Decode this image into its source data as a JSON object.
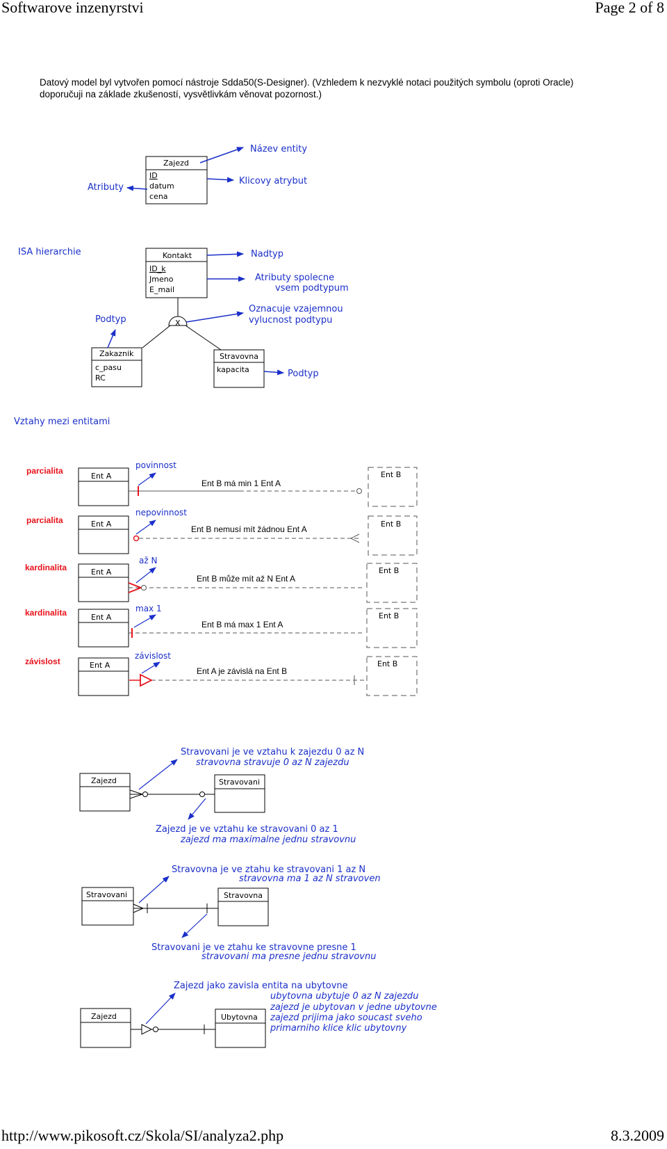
{
  "header": {
    "title": "Softwarove inzenyrstvi",
    "page": "Page 2 of 8"
  },
  "footer": {
    "url": "http://www.pikosoft.cz/Skola/SI/analyza2.php",
    "date": "8.3.2009"
  },
  "intro": {
    "line1": "Datový model byl vytvořen pomocí nástroje Sdda50(S-Designer). (Vzhledem k nezvyklé notaci použitých symbolu (oproti Oracle)",
    "line2": "doporučuji na základe zkušeností, vysvětlivkám věnovat pozornost.)"
  },
  "legend1": {
    "entity": "Zajezd",
    "attrs": [
      "ID",
      "datum",
      "cena"
    ],
    "label_name": "Název entity",
    "label_key": "Klicovy atrybut",
    "label_attrs": "Atributy"
  },
  "isa": {
    "title": "ISA hierarchie",
    "super": "Kontakt",
    "super_attrs": [
      "ID_k",
      "Jmeno",
      "E_mail"
    ],
    "x_symbol": "X",
    "sub1": "Zakaznik",
    "sub1_attrs": [
      "c_pasu",
      "RC"
    ],
    "sub2": "Stravovna",
    "sub2_attrs": [
      "kapacita"
    ],
    "label_nadtyp": "Nadtyp",
    "label_attrs_1": "Atributy spolecne",
    "label_attrs_2": "vsem podtypum",
    "label_excl_1": "Oznacuje vzajemnou",
    "label_excl_2": "vylucnost podtypu",
    "label_podtyp_left": "Podtyp",
    "label_podtyp_right": "Podtyp"
  },
  "relations": {
    "title": "Vztahy mezi entitami",
    "rows": [
      {
        "kind": "parcialita",
        "entA": "Ent A",
        "entB": "Ent B",
        "note": "povinnost",
        "text": "Ent B má min 1 Ent A"
      },
      {
        "kind": "parcialita",
        "entA": "Ent A",
        "entB": "Ent B",
        "note": "nepovinnost",
        "text": "Ent B nemusí mít žádnou Ent A"
      },
      {
        "kind": "kardinalita",
        "entA": "Ent A",
        "entB": "Ent B",
        "note": "až N",
        "text": "Ent B může mít až N Ent A"
      },
      {
        "kind": "kardinalita",
        "entA": "Ent A",
        "entB": "Ent B",
        "note": "max 1",
        "text": "Ent B má max 1 Ent A"
      },
      {
        "kind": "závislost",
        "entA": "Ent A",
        "entB": "Ent B",
        "note": "závislost",
        "text": "Ent A je závislá na Ent B"
      }
    ]
  },
  "examples": [
    {
      "left": "Zajezd",
      "right": "Stravovani",
      "top1": "Stravovani je ve vztahu k zajezdu 0 az N",
      "top2": "stravovna stravuje 0 az N zajezdu",
      "bot1": "Zajezd je ve vztahu ke stravovani 0 az 1",
      "bot2": "zajezd ma maximalne jednu stravovnu"
    },
    {
      "left": "Stravovani",
      "right": "Stravovna",
      "top1": "Stravovna je ve ztahu ke stravovani 1 az N",
      "top2": "stravovna ma 1 az N stravoven",
      "bot1": "Stravovani je ve ztahu ke stravovne presne 1",
      "bot2": "stravovani ma presne jednu stravovnu"
    },
    {
      "left": "Zajezd",
      "right": "Ubytovna",
      "top1": "Zajezd jako zavisla entita na ubytovne",
      "lines": [
        "ubytovna ubytuje 0 az N zajezdu",
        "zajezd je ubytovan v jedne ubytovne",
        "zajezd prijima jako soucast sveho",
        "primarniho klice klic ubytovny"
      ]
    }
  ]
}
